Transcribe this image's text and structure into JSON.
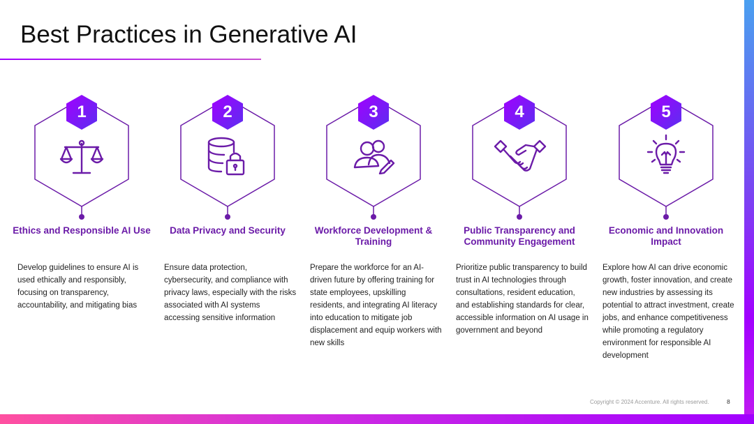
{
  "slide": {
    "title": "Best Practices in Generative AI",
    "page_number": "8",
    "copyright": "Copyright © 2024 Accenture. All rights reserved."
  },
  "colors": {
    "accent_purple": "#a100ff",
    "heading_purple": "#6b1ba8",
    "badge_gradient_start": "#a100ff",
    "badge_gradient_end": "#5b2ff0"
  },
  "columns": [
    {
      "number": "1",
      "icon": "scales-of-justice-icon",
      "title": "Ethics and Responsible AI Use",
      "body": "Develop guidelines to ensure AI is used ethically and responsibly, focusing on transparency, accountability, and mitigating bias"
    },
    {
      "number": "2",
      "icon": "database-lock-icon",
      "title": "Data Privacy and Security",
      "body": "Ensure data protection, cybersecurity, and compliance with privacy laws, especially with the risks associated with AI systems accessing sensitive information"
    },
    {
      "number": "3",
      "icon": "people-training-icon",
      "title": "Workforce Development & Training",
      "body": "Prepare the workforce for an AI-driven future by offering training for state employees, upskilling residents, and integrating AI literacy into education to mitigate job displacement and equip workers with new skills"
    },
    {
      "number": "4",
      "icon": "handshake-icon",
      "title": "Public Transparency and Community Engagement",
      "body": "Prioritize public transparency to build trust in AI technologies through consultations, resident education, and establishing standards for clear, accessible information on AI usage in government and beyond"
    },
    {
      "number": "5",
      "icon": "lightbulb-icon",
      "title": "Economic and Innovation Impact",
      "body": "Explore how AI can drive economic growth, foster innovation, and create new industries by assessing its potential to attract investment, create jobs, and enhance competitiveness while promoting a regulatory environment for responsible AI development"
    }
  ]
}
